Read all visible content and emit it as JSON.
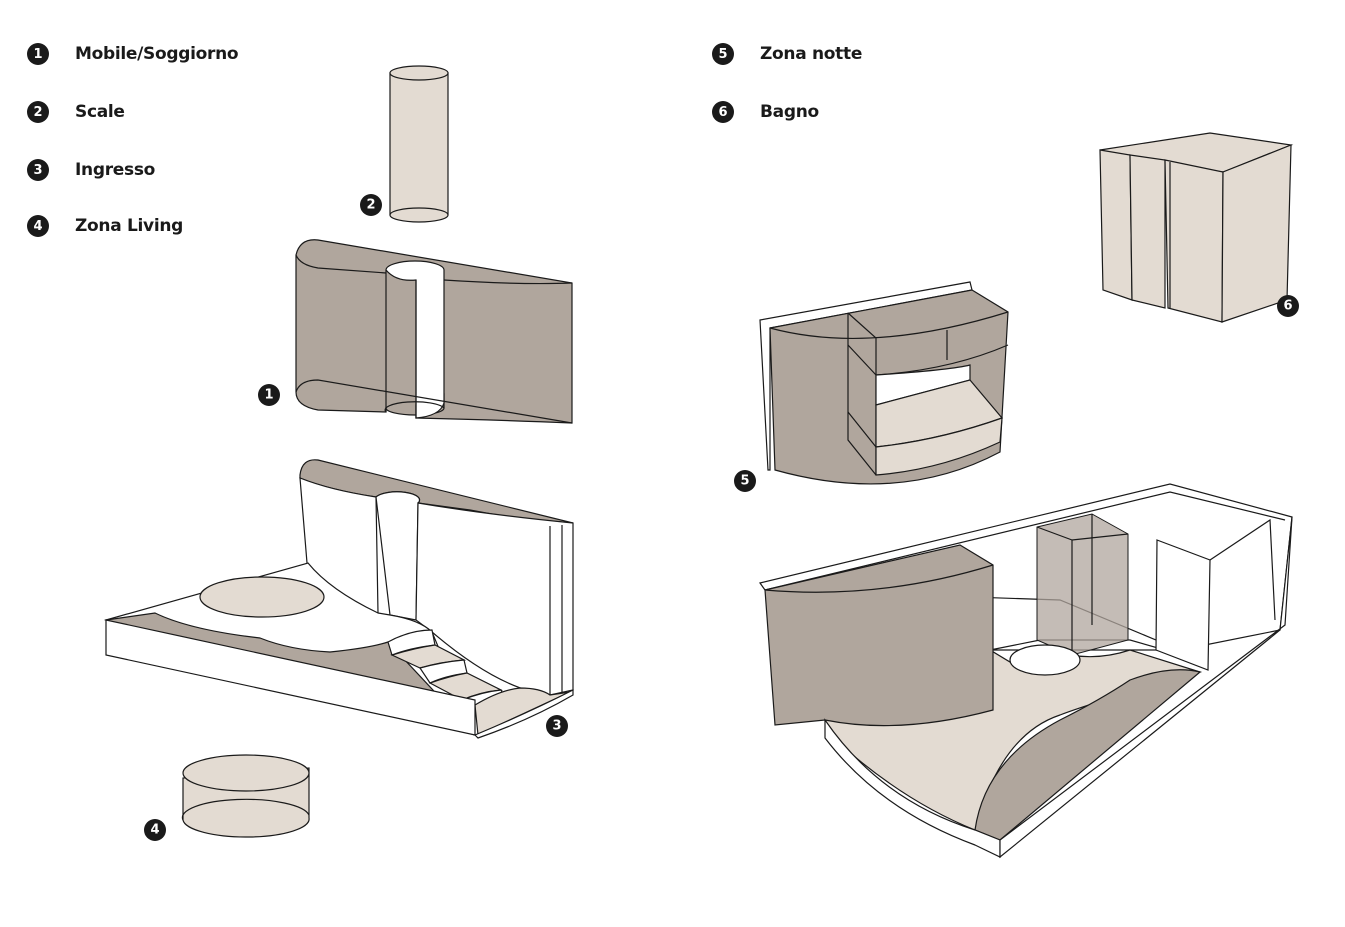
{
  "legend": [
    {
      "number": "1",
      "label": "Mobile/Soggiorno"
    },
    {
      "number": "2",
      "label": "Scale"
    },
    {
      "number": "3",
      "label": "Ingresso"
    },
    {
      "number": "4",
      "label": "Zona Living"
    },
    {
      "number": "5",
      "label": "Zona notte"
    },
    {
      "number": "6",
      "label": "Bagno"
    }
  ],
  "colors": {
    "dark_surface": "#b0a69d",
    "light_surface": "#e3dbd2",
    "outline": "#1a1a1a",
    "badge": "#1a1a1a"
  }
}
